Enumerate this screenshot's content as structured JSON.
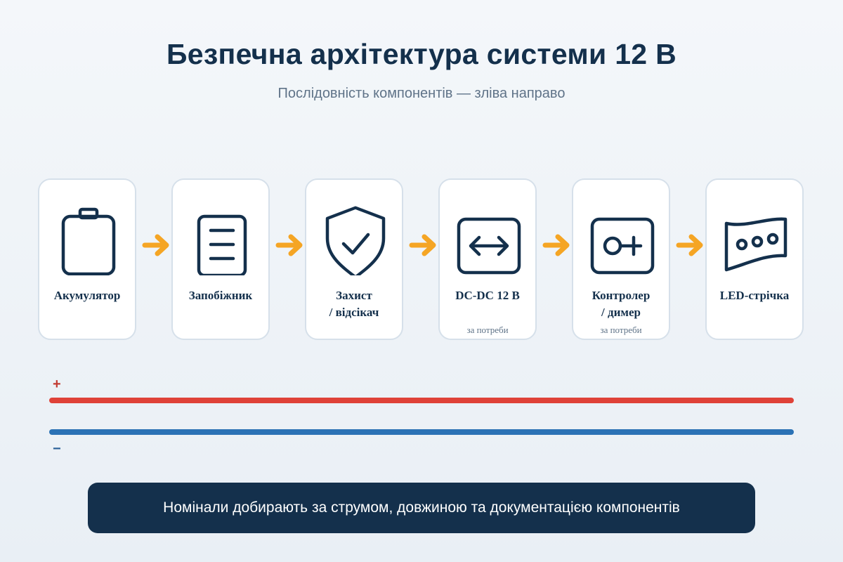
{
  "header": {
    "title": "Безпечна архітектура системи 12 В",
    "subtitle": "Послідовність компонентів — зліва направо"
  },
  "components": [
    {
      "label_line1": "Акумулятор",
      "label_line2": "",
      "note": "",
      "icon": "battery-icon"
    },
    {
      "label_line1": "Запобіжник",
      "label_line2": "",
      "note": "",
      "icon": "fuse-icon"
    },
    {
      "label_line1": "Захист",
      "label_line2": "/ відсікач",
      "note": "",
      "icon": "shield-check-icon"
    },
    {
      "label_line1": "DC-DC 12 В",
      "label_line2": "",
      "note": "за потреби",
      "icon": "dc-dc-converter-icon"
    },
    {
      "label_line1": "Контролер",
      "label_line2": "/ димер",
      "note": "за потреби",
      "icon": "dimmer-key-icon"
    },
    {
      "label_line1": "LED-стрічка",
      "label_line2": "",
      "note": "",
      "icon": "led-strip-icon"
    }
  ],
  "rails": {
    "plus_symbol": "+",
    "minus_symbol": "−"
  },
  "footer": {
    "note": "Номінали добирають за струмом, довжиною та документацією компонентів"
  },
  "colors": {
    "primary": "#14304c",
    "arrow": "#f5a524",
    "positive_rail": "#df4238",
    "negative_rail": "#2b72b5",
    "muted_text": "#5f7388"
  }
}
